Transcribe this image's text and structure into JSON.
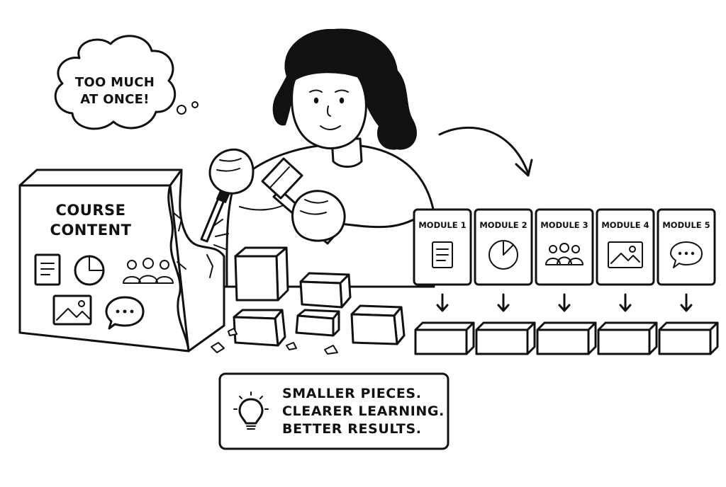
{
  "thought_bubble": {
    "text_line1": "TOO MUCH",
    "text_line2": "AT ONCE!"
  },
  "content_block": {
    "title_line1": "COURSE",
    "title_line2": "CONTENT",
    "icons": [
      "document-icon",
      "pie-chart-icon",
      "people-group-icon",
      "image-icon",
      "chat-bubble-icon"
    ]
  },
  "modules": [
    {
      "label": "MODULE 1",
      "icon": "document-icon"
    },
    {
      "label": "MODULE 2",
      "icon": "pie-chart-icon"
    },
    {
      "label": "MODULE 3",
      "icon": "people-group-icon"
    },
    {
      "label": "MODULE 4",
      "icon": "image-icon"
    },
    {
      "label": "MODULE 5",
      "icon": "chat-bubble-icon"
    }
  ],
  "takeaway": {
    "icon": "lightbulb-icon",
    "line1": "SMALLER PIECES.",
    "line2": "CLEARER LEARNING.",
    "line3": "BETTER RESULTS."
  },
  "colors": {
    "ink": "#111111",
    "paper": "#ffffff"
  }
}
